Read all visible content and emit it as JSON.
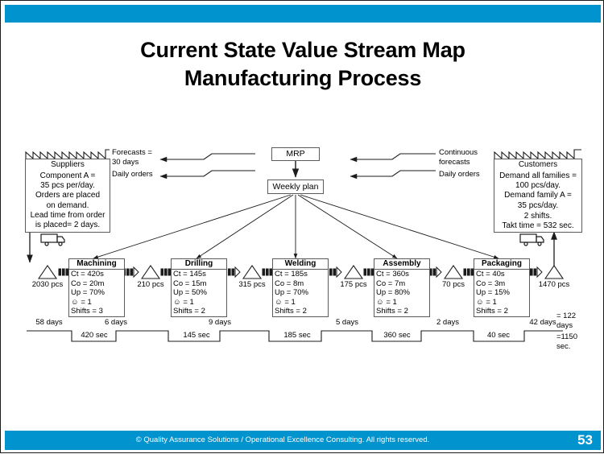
{
  "slide": {
    "page_number": "53",
    "footer_text": "© Quality Assurance Solutions / Operational Excellence Consulting.  All rights reserved.",
    "accent_color": "#0093cd",
    "title_line1": "Current State Value Stream Map",
    "title_line2": "Manufacturing Process"
  },
  "supplier": {
    "name": "Suppliers",
    "details": "Component A =\n35 pcs per/day.\nOrders are placed\non demand.\nLead time from order\nis placed= 2 days."
  },
  "customer": {
    "name": "Customers",
    "details": "Demand all families =\n100 pcs/day.\nDemand family A =\n35 pcs/day.",
    "details2": "2 shifts.\nTakt time = 532 sec."
  },
  "control": {
    "mrp": "MRP",
    "weekly_plan": "Weekly plan",
    "supplier_info_1": "Forecasts =\n30 days",
    "supplier_info_2": "Daily orders",
    "customer_info_1": "Continuous\nforecasts",
    "customer_info_2": "Daily orders"
  },
  "processes": [
    {
      "name": "Machining",
      "ct": "Ct = 420s",
      "co": "Co = 20m",
      "up": "Up = 70%",
      "ops": "☺ = 1",
      "shifts": "Shifts = 3"
    },
    {
      "name": "Drilling",
      "ct": "Ct = 145s",
      "co": "Co = 15m",
      "up": "Up = 50%",
      "ops": "☺ = 1",
      "shifts": "Shifts = 2"
    },
    {
      "name": "Welding",
      "ct": "Ct = 185s",
      "co": "Co = 8m",
      "up": "Up = 70%",
      "ops": "☺ = 1",
      "shifts": "Shifts = 2"
    },
    {
      "name": "Assembly",
      "ct": "Ct = 360s",
      "co": "Co = 7m",
      "up": "Up = 80%",
      "ops": "☺ = 1",
      "shifts": "Shifts = 2"
    },
    {
      "name": "Packaging",
      "ct": "Ct = 40s",
      "co": "Co = 3m",
      "up": "Up = 15%",
      "ops": "☺ = 1",
      "shifts": "Shifts = 2"
    }
  ],
  "inventories": [
    {
      "qty": "2030 pcs"
    },
    {
      "qty": "210 pcs"
    },
    {
      "qty": "315 pcs"
    },
    {
      "qty": "175 pcs"
    },
    {
      "qty": "70 pcs"
    },
    {
      "qty": "1470 pcs"
    }
  ],
  "timeline": {
    "days": [
      "58 days",
      "6 days",
      "9 days",
      "5 days",
      "2 days",
      "42 days"
    ],
    "secs": [
      "420 sec",
      "145 sec",
      "185 sec",
      "360 sec",
      "40 sec"
    ],
    "total_days": "= 122\ndays",
    "total_secs": "=1150\nsec."
  },
  "chart_data": {
    "type": "table",
    "title": "Current State Value Stream Map - Manufacturing Process",
    "categories": [
      "Machining",
      "Drilling",
      "Welding",
      "Assembly",
      "Packaging"
    ],
    "series": [
      {
        "name": "Cycle time (sec)",
        "values": [
          420,
          145,
          185,
          360,
          40
        ]
      },
      {
        "name": "Changeover (min)",
        "values": [
          20,
          15,
          8,
          7,
          3
        ]
      },
      {
        "name": "Uptime (%)",
        "values": [
          70,
          50,
          70,
          80,
          15
        ]
      },
      {
        "name": "Operators",
        "values": [
          1,
          1,
          1,
          1,
          1
        ]
      },
      {
        "name": "Shifts",
        "values": [
          3,
          2,
          2,
          2,
          2
        ]
      }
    ],
    "inventory_pcs": [
      2030,
      210,
      315,
      175,
      70,
      1470
    ],
    "lead_time_days": [
      58,
      6,
      9,
      5,
      2,
      42
    ],
    "process_time_sec": [
      420,
      145,
      185,
      360,
      40
    ],
    "total_lead_time_days": 122,
    "total_process_time_sec": 1150,
    "takt_time_sec": 532,
    "demand_all_families_pcs_per_day": 100,
    "demand_family_a_pcs_per_day": 35,
    "supplier_component_a_pcs_per_day": 35,
    "supplier_lead_time_days": 2
  }
}
